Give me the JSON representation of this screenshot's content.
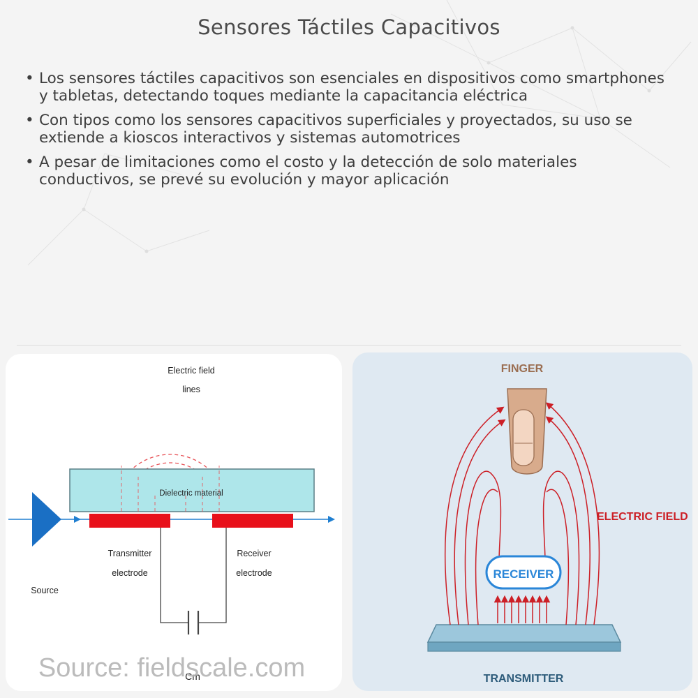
{
  "header": {
    "title": "Sensores Táctiles Capacitivos"
  },
  "bullets": [
    "Los sensores táctiles capacitivos son esenciales en dispositivos como smartphones y tabletas, detectando toques mediante la capacitancia eléctrica",
    "Con tipos como los sensores capacitivos superficiales y proyectados, su uso se extiende a kioscos interactivos y sistemas automotrices",
    "A pesar de limitaciones como el costo y la detección de solo materiales conductivos, se prevé su evolución y mayor aplicación"
  ],
  "left_diagram": {
    "field_lines_label_1": "Electric field",
    "field_lines_label_2": "lines",
    "dielectric_label": "Dielectric material",
    "transmitter_label_1": "Transmitter",
    "transmitter_label_2": "electrode",
    "receiver_label_1": "Receiver",
    "receiver_label_2": "electrode",
    "source_label": "Source",
    "capacitor_label": "Cm",
    "credit": "Source: fieldscale.com",
    "colors": {
      "dielectric": "#aee6ea",
      "electrode": "#e8101a",
      "field": "#e8555a",
      "arrow": "#1f7fd1"
    }
  },
  "right_diagram": {
    "finger_label": "FINGER",
    "field_label": "ELECTRIC FIELD",
    "receiver_label": "RECEIVER",
    "transmitter_label": "TRANSMITTER",
    "colors": {
      "field": "#cc1f26",
      "receiver": "#2a86d8",
      "finger": "#d8ab8c",
      "plate": "#9cc7dc"
    }
  }
}
